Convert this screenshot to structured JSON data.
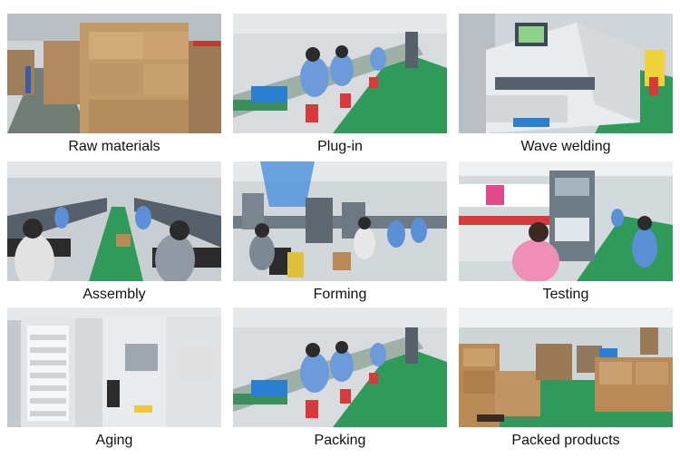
{
  "steps": [
    {
      "label": "Raw materials"
    },
    {
      "label": "Plug-in"
    },
    {
      "label": "Wave welding"
    },
    {
      "label": "Assembly"
    },
    {
      "label": "Forming"
    },
    {
      "label": "Testing"
    },
    {
      "label": "Aging"
    },
    {
      "label": "Packing"
    },
    {
      "label": "Packed products"
    }
  ],
  "colors": {
    "floor_green": "#2f9a5a",
    "worker_blue": "#5b8fd6",
    "carton_brown": "#b98a55",
    "machine_white": "#e9ecef",
    "ceiling_gray": "#c8ccd0"
  }
}
